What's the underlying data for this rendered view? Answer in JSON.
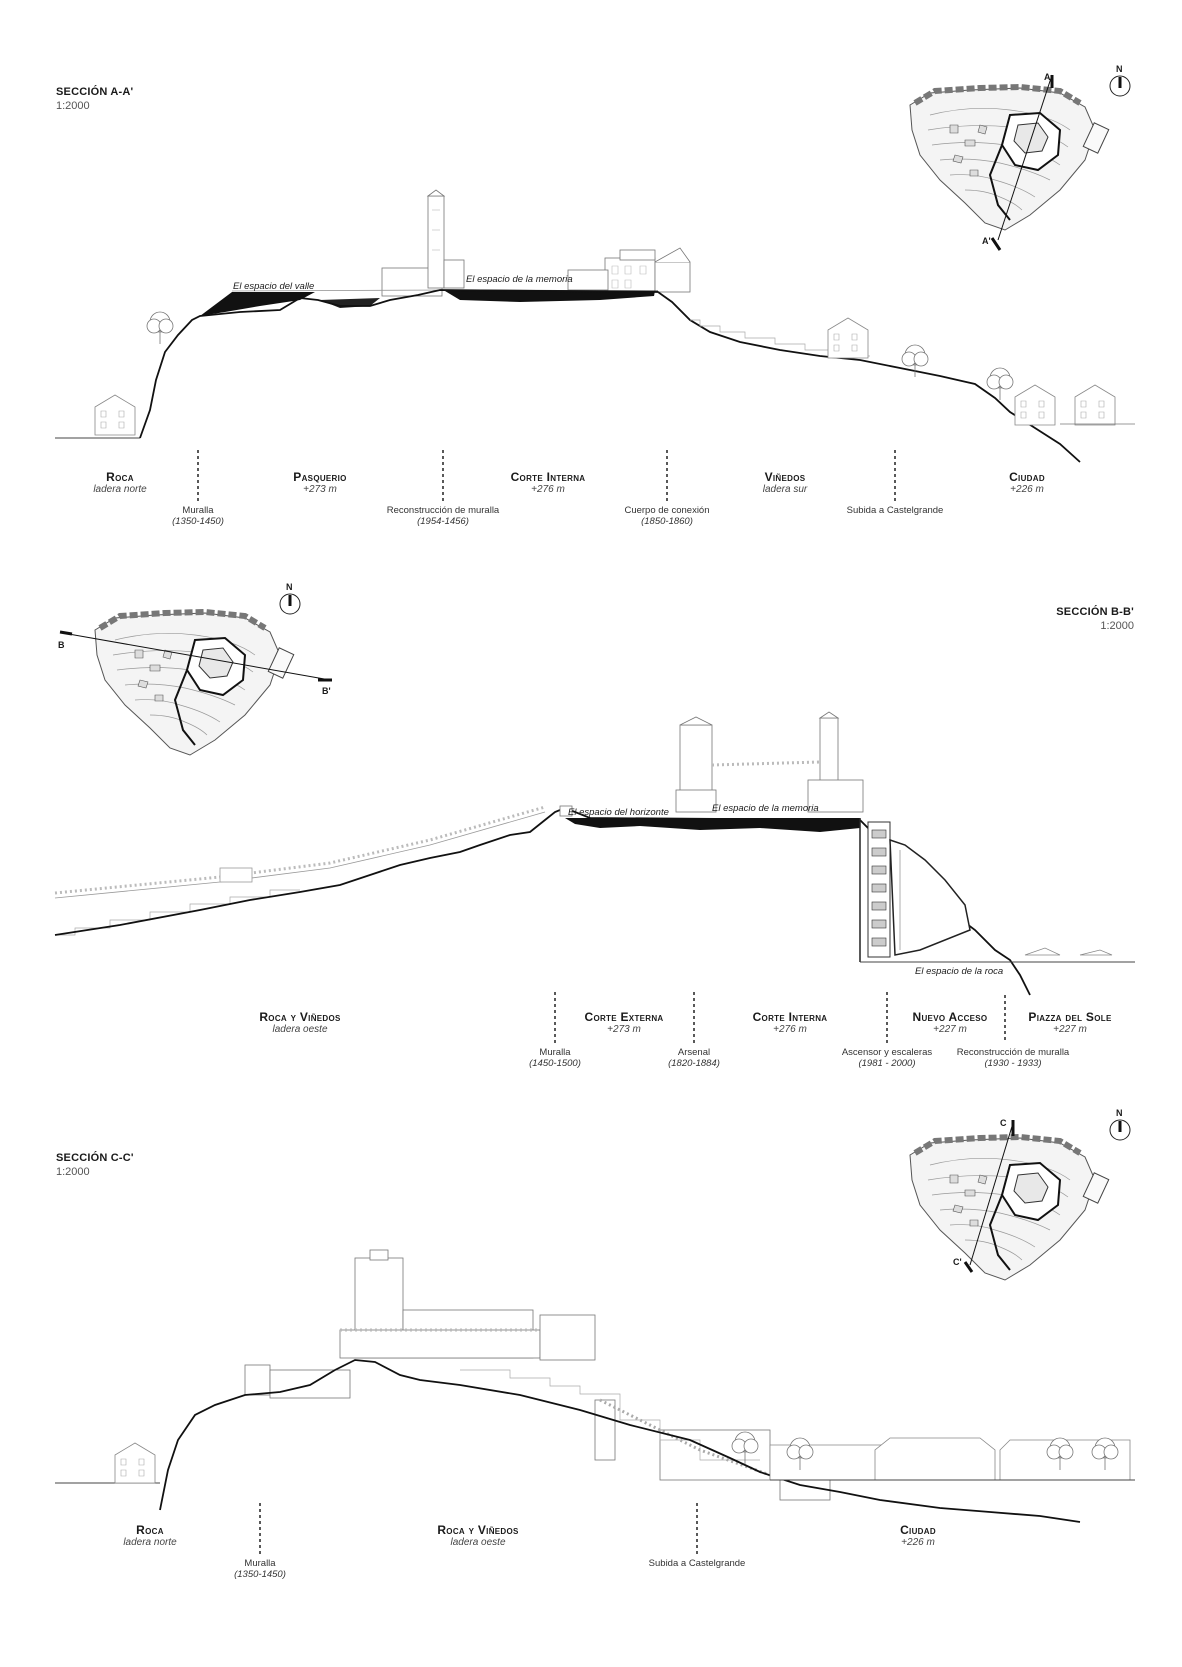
{
  "sections": [
    {
      "id": "A",
      "title": "SECCIÓN A-A'",
      "scale": "1:2000",
      "marker_start": "A",
      "marker_end": "A'",
      "north": "N",
      "spaces": [
        "El espacio del valle",
        "El espacio de la memoria"
      ],
      "zones": [
        {
          "name": "Roca",
          "sub": "ladera norte"
        },
        {
          "name": "Pasquerio",
          "sub": "+273 m"
        },
        {
          "name": "Corte Interna",
          "sub": "+276 m"
        },
        {
          "name": "Viñedos",
          "sub": "ladera sur"
        },
        {
          "name": "Ciudad",
          "sub": "+226 m"
        }
      ],
      "dividers": [
        {
          "label": "Muralla",
          "date": "(1350-1450)"
        },
        {
          "label": "Reconstrucción de muralla",
          "date": "(1954-1456)"
        },
        {
          "label": "Cuerpo de conexión",
          "date": "(1850-1860)"
        },
        {
          "label": "Subida a Castelgrande",
          "date": ""
        }
      ]
    },
    {
      "id": "B",
      "title": "SECCIÓN B-B'",
      "scale": "1:2000",
      "marker_start": "B",
      "marker_end": "B'",
      "north": "N",
      "spaces": [
        "El espacio del horizonte",
        "El espacio de la memoria",
        "El espacio de la roca"
      ],
      "zones": [
        {
          "name": "Roca y Viñedos",
          "sub": "ladera oeste"
        },
        {
          "name": "Corte Externa",
          "sub": "+273 m"
        },
        {
          "name": "Corte Interna",
          "sub": "+276 m"
        },
        {
          "name": "Nuevo Acceso",
          "sub": "+227 m"
        },
        {
          "name": "Piazza del Sole",
          "sub": "+227 m"
        }
      ],
      "dividers": [
        {
          "label": "Muralla",
          "date": "(1450-1500)"
        },
        {
          "label": "Arsenal",
          "date": "(1820-1884)"
        },
        {
          "label": "Ascensor y escaleras",
          "date": "(1981 - 2000)"
        },
        {
          "label": "Reconstrucción de muralla",
          "date": "(1930 - 1933)"
        }
      ]
    },
    {
      "id": "C",
      "title": "SECCIÓN C-C'",
      "scale": "1:2000",
      "marker_start": "C",
      "marker_end": "C'",
      "north": "N",
      "spaces": [],
      "zones": [
        {
          "name": "Roca",
          "sub": "ladera norte"
        },
        {
          "name": "Roca y Viñedos",
          "sub": "ladera oeste"
        },
        {
          "name": "Ciudad",
          "sub": "+226 m"
        }
      ],
      "dividers": [
        {
          "label": "Muralla",
          "date": "(1350-1450)"
        },
        {
          "label": "Subida a Castelgrande",
          "date": ""
        }
      ]
    }
  ]
}
